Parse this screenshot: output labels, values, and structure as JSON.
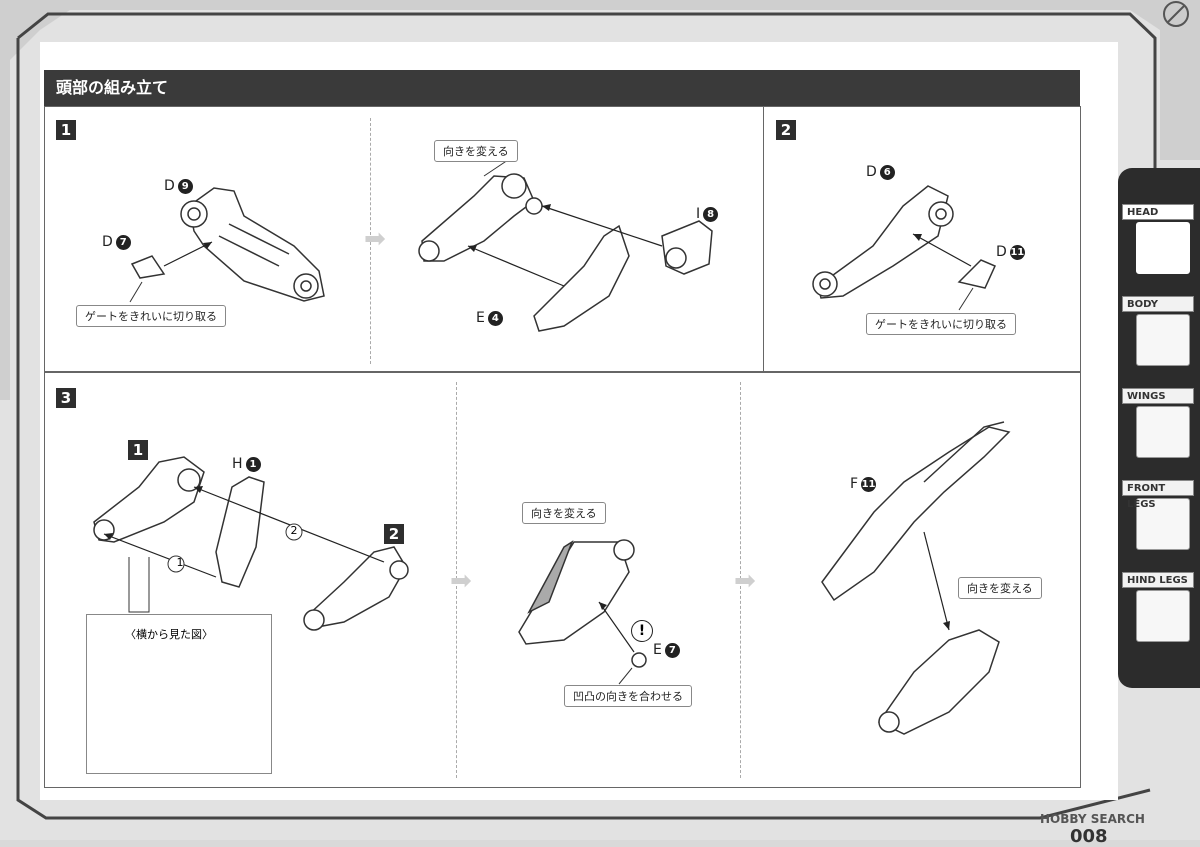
{
  "header": {
    "title": "頭部の組み立て"
  },
  "steps": {
    "s1": "1",
    "s2": "2",
    "s3": "3",
    "s3_ref1": "1",
    "s3_ref2": "2"
  },
  "step1": {
    "part_d9": {
      "letter": "D",
      "num": "9"
    },
    "part_d7": {
      "letter": "D",
      "num": "7"
    },
    "part_i8": {
      "letter": "I",
      "num": "8"
    },
    "part_e4": {
      "letter": "E",
      "num": "4"
    },
    "callout_gate": "ゲートをきれいに切り取る",
    "callout_turn": "向きを変える"
  },
  "step2": {
    "part_d6": {
      "letter": "D",
      "num": "6"
    },
    "part_d11": {
      "letter": "D",
      "num": "11"
    },
    "callout_gate": "ゲートをきれいに切り取る"
  },
  "step3": {
    "part_h1": {
      "letter": "H",
      "num": "1"
    },
    "part_e7": {
      "letter": "E",
      "num": "7"
    },
    "part_f11": {
      "letter": "F",
      "num": "11"
    },
    "order1": "1",
    "order2": "2",
    "side_view": "〈横から見た図〉",
    "callout_turn_a": "向きを変える",
    "callout_turn_b": "向きを変える",
    "callout_align": "凹凸の向きを合わせる",
    "exclaim": "!"
  },
  "tabs": [
    {
      "label": "HEAD",
      "icon": "head-icon"
    },
    {
      "label": "BODY",
      "icon": "body-icon"
    },
    {
      "label": "WINGS",
      "icon": "wings-icon"
    },
    {
      "label": "FRONT LEGS",
      "icon": "front-legs-icon"
    },
    {
      "label": "HIND LEGS",
      "icon": "hind-legs-icon"
    }
  ],
  "footer": {
    "watermark": "HOBBY SEARCH",
    "page": "008"
  }
}
